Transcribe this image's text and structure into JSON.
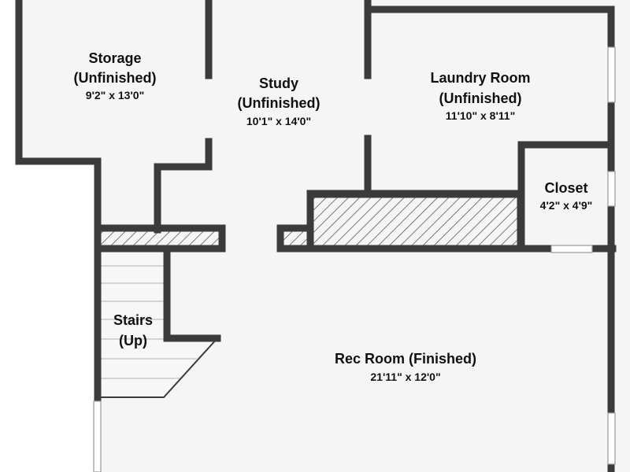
{
  "colors": {
    "wall": "#3b3b3b",
    "floor": "#f5f5f5",
    "background": "#ffffff",
    "hatch": "#5a5a5a",
    "stair_line": "#c8c8c8",
    "window": "#d9d9d9"
  },
  "rooms": {
    "storage": {
      "name_line1": "Storage",
      "name_line2": "(Unfinished)",
      "dimensions": "9'2\" x 13'0\""
    },
    "study": {
      "name_line1": "Study",
      "name_line2": "(Unfinished)",
      "dimensions": "10'1\" x 14'0\""
    },
    "laundry": {
      "name_line1": "Laundry Room",
      "name_line2": "(Unfinished)",
      "dimensions": "11'10\" x 8'11\""
    },
    "closet": {
      "name_line1": "Closet",
      "dimensions": "4'2\" x 4'9\""
    },
    "stairs": {
      "name_line1": "Stairs",
      "name_line2": "(Up)"
    },
    "rec_room": {
      "name_line1": "Rec Room (Finished)",
      "dimensions": "21'11\" x 12'0\""
    }
  }
}
